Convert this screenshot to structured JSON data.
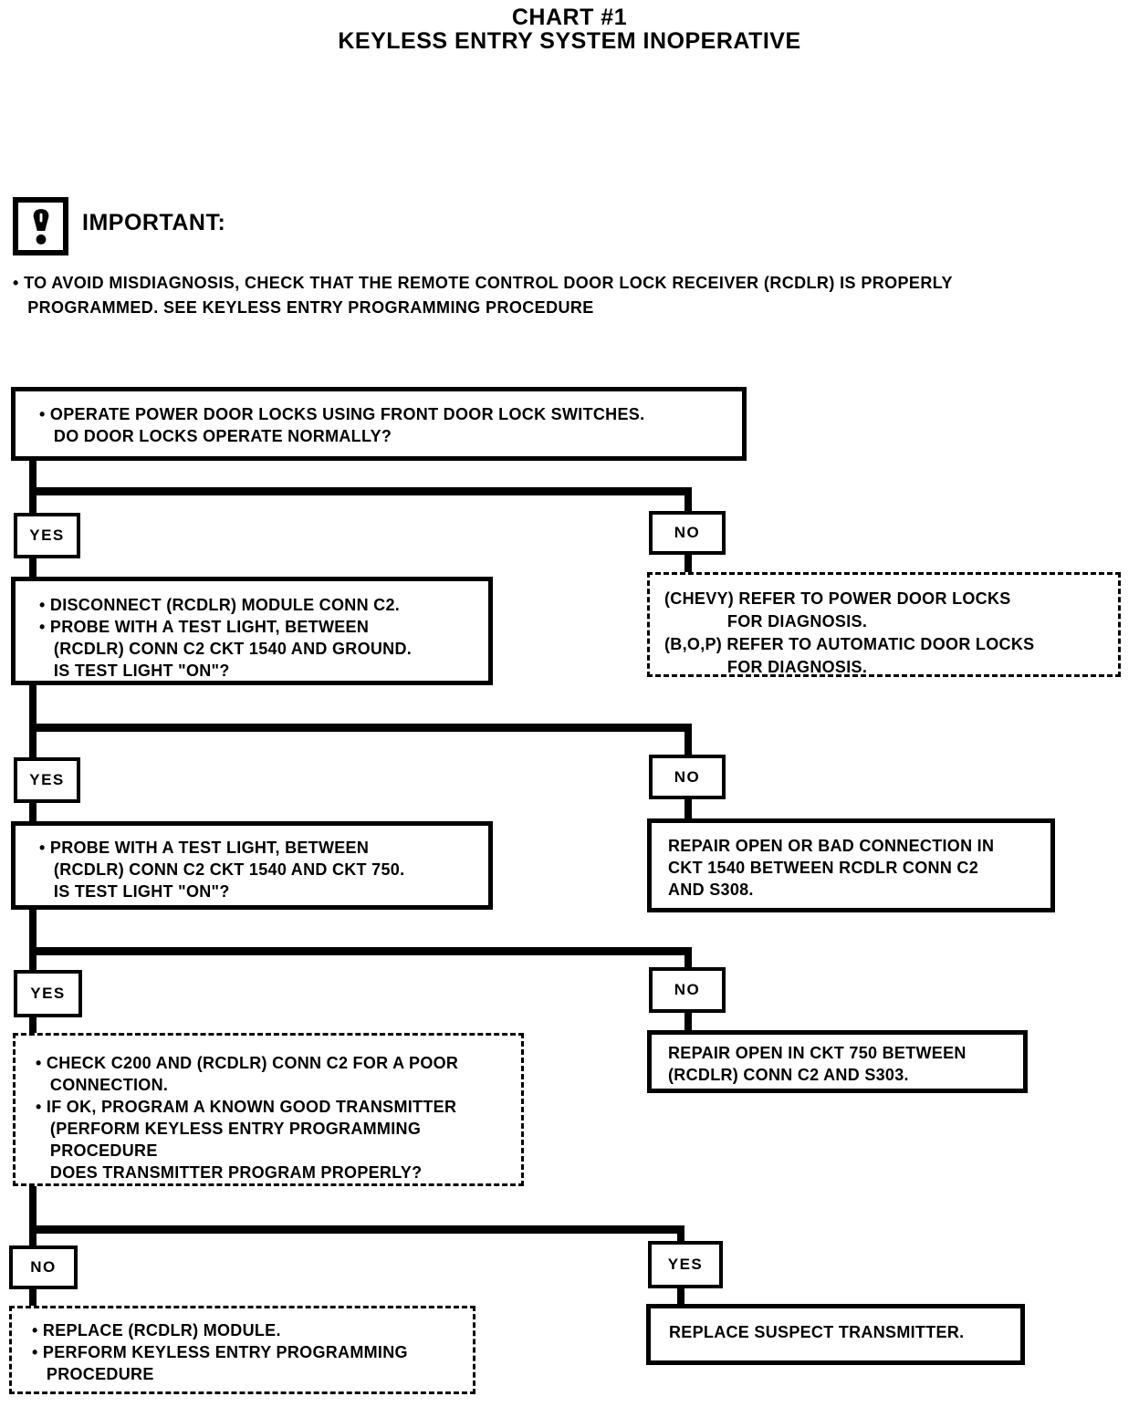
{
  "page": {
    "title_line1": "CHART #1",
    "title_line2": "KEYLESS ENTRY SYSTEM INOPERATIVE"
  },
  "colors": {
    "ink": "#000000",
    "paper": "#ffffff"
  },
  "important": {
    "label": "IMPORTANT:",
    "icon": "exclamation-icon",
    "note_lines": [
      "• TO AVOID MISDIAGNOSIS, CHECK THAT THE REMOTE CONTROL DOOR LOCK RECEIVER (RCDLR) IS PROPERLY",
      "   PROGRAMMED. SEE KEYLESS ENTRY PROGRAMMING PROCEDURE"
    ]
  },
  "labels": {
    "yes": "YES",
    "no": "NO"
  },
  "flow": {
    "operate_locks": {
      "lines": [
        "• OPERATE POWER DOOR LOCKS USING FRONT DOOR LOCK SWITCHES.",
        "   DO DOOR LOCKS OPERATE NORMALLY?"
      ]
    },
    "disconnect_probe_ground": {
      "lines": [
        "• DISCONNECT (RCDLR) MODULE CONN C2.",
        "• PROBE WITH A TEST LIGHT, BETWEEN",
        "   (RCDLR) CONN C2 CKT 1540 AND GROUND.",
        "   IS TEST LIGHT \"ON\"?"
      ]
    },
    "chevy_refer": {
      "lines": [
        "(CHEVY) REFER TO POWER DOOR LOCKS",
        "             FOR DIAGNOSIS.",
        "(B,O,P) REFER TO AUTOMATIC DOOR LOCKS",
        "             FOR DIAGNOSIS."
      ]
    },
    "probe_ckt750": {
      "lines": [
        "• PROBE WITH A TEST LIGHT, BETWEEN",
        "   (RCDLR) CONN C2 CKT 1540 AND CKT 750.",
        "   IS TEST LIGHT \"ON\"?"
      ]
    },
    "repair_ckt1540": {
      "lines": [
        "REPAIR OPEN OR BAD CONNECTION IN",
        "CKT 1540 BETWEEN RCDLR CONN C2",
        "AND S308."
      ]
    },
    "check_c200_program": {
      "lines": [
        "• CHECK C200 AND (RCDLR) CONN C2 FOR A POOR",
        "   CONNECTION.",
        "• IF OK, PROGRAM A KNOWN GOOD TRANSMITTER",
        "   (PERFORM KEYLESS ENTRY PROGRAMMING",
        "   PROCEDURE",
        "   DOES TRANSMITTER PROGRAM PROPERLY?"
      ]
    },
    "repair_ckt750": {
      "lines": [
        "REPAIR OPEN IN CKT 750 BETWEEN",
        "(RCDLR) CONN C2 AND S303."
      ]
    },
    "replace_rcdlr": {
      "lines": [
        "• REPLACE (RCDLR) MODULE.",
        "• PERFORM KEYLESS ENTRY PROGRAMMING",
        "   PROCEDURE"
      ]
    },
    "replace_transmitter": {
      "lines": [
        "REPLACE SUSPECT TRANSMITTER."
      ]
    }
  }
}
